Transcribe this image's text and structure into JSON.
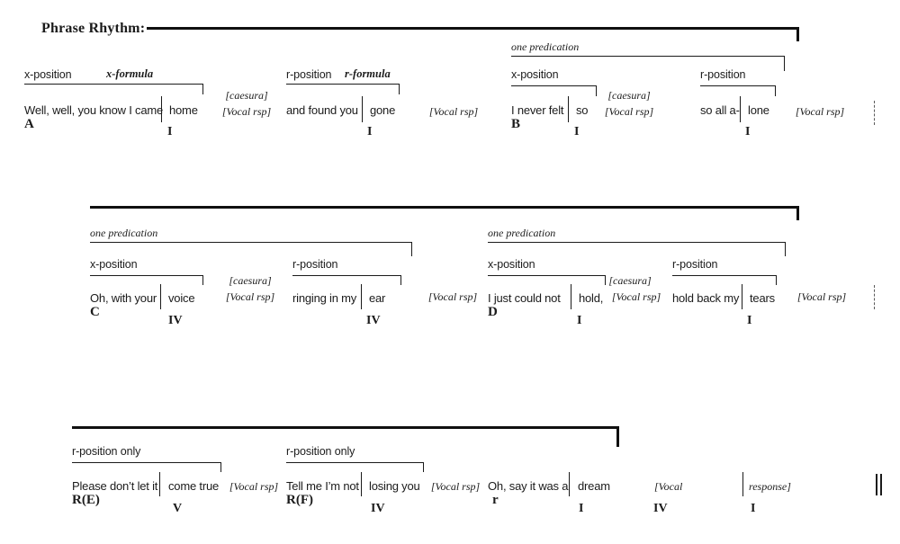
{
  "title": "Phrase Rhythm:",
  "labels": {
    "one_predication": "one predication",
    "x_position": "x-position",
    "r_position": "r-position",
    "x_formula": "x-formula",
    "r_formula": "r-formula",
    "r_position_only": "r-position only",
    "caesura": "[caesura]",
    "vocal_rsp": "[Vocal rsp]",
    "vocal_open": "[Vocal",
    "response_close": "response]"
  },
  "phrases": {
    "a1": {
      "pre": "Well, well, you know I came",
      "post": "home",
      "letter": "A",
      "numeral": "I"
    },
    "a2": {
      "pre": "and found you",
      "post": "gone",
      "numeral": "I"
    },
    "b1": {
      "pre": "I never felt",
      "post": "so",
      "letter": "B",
      "numeral": "I"
    },
    "b2": {
      "pre": "so all a-",
      "post": "lone",
      "numeral": "I"
    },
    "c1": {
      "pre": "Oh, with your",
      "post": "voice",
      "letter": "C",
      "numeral": "IV"
    },
    "c2": {
      "pre": "ringing in my",
      "post": "ear",
      "numeral": "IV"
    },
    "d1": {
      "pre": "I just could not",
      "post": "hold,",
      "letter": "D",
      "numeral": "I"
    },
    "d2": {
      "pre": "hold back my",
      "post": "tears",
      "numeral": "I"
    },
    "e": {
      "pre": "Please don’t let it",
      "post": "come true",
      "letter": "R(E)",
      "numeral": "V"
    },
    "f": {
      "pre": "Tell me I’m not",
      "post": "losing you",
      "letter": "R(F)",
      "numeral": "IV"
    },
    "g": {
      "pre": "Oh, say it was a",
      "post": "dream",
      "letter": "r",
      "numeral": "I"
    },
    "vocal_numeral": "IV",
    "response_numeral": "I"
  }
}
